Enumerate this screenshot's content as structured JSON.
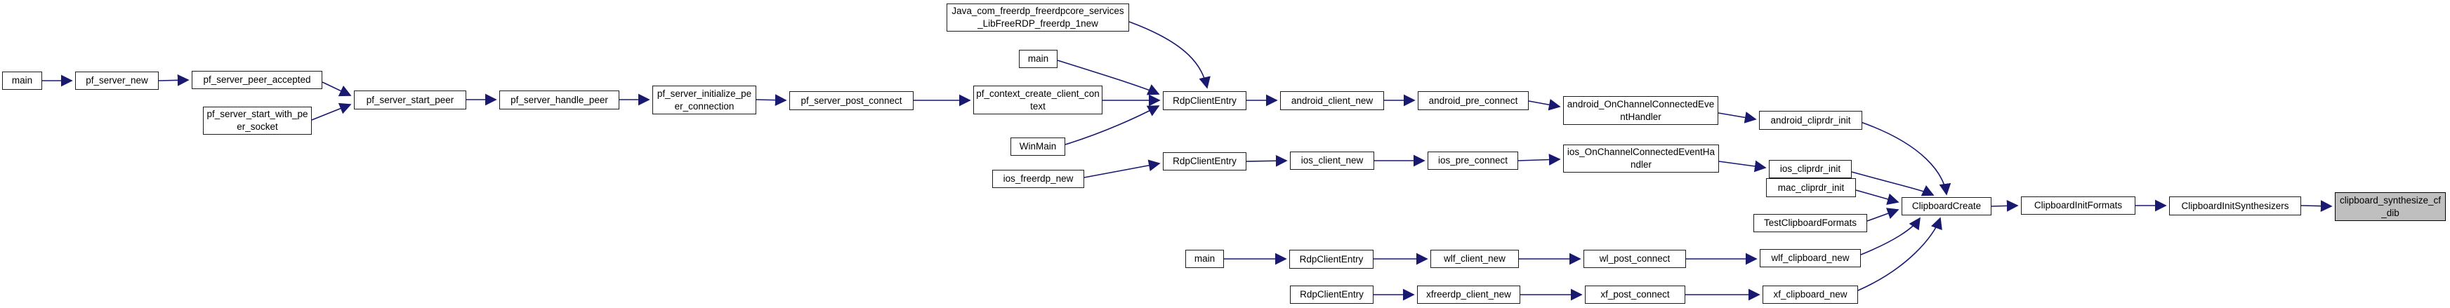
{
  "diagram": {
    "type": "call-graph",
    "style": "doxygen-caller-graph",
    "highlighted_node": "clipboard_synthesize_cf_dib"
  },
  "colors": {
    "edge": "#191970",
    "node_background": "#ffffff",
    "node_border": "#1c1c1c",
    "highlight_background": "#bfbfbf",
    "text": "#000000"
  },
  "nodes": {
    "main_1": "main",
    "pf_server_new": "pf_server_new",
    "pf_server_peer_accepted": "pf_server_peer_accepted",
    "pf_server_start_with_peer_socket": "pf_server_start_with_peer_socket",
    "pf_server_start_peer": "pf_server_start_peer",
    "pf_server_handle_peer": "pf_server_handle_peer",
    "pf_server_initialize_peer_connection": "pf_server_initialize_peer_connection",
    "pf_server_post_connect": "pf_server_post_connect",
    "pf_context_create_client_context": "pf_context_create_client_context",
    "java_freerdp_1new": "Java_com_freerdp_freerdpcore_services_LibFreeRDP_freerdp_1new",
    "main_2": "main",
    "winmain": "WinMain",
    "rdpcliententry_1": "RdpClientEntry",
    "android_client_new": "android_client_new",
    "android_pre_connect": "android_pre_connect",
    "android_onchannelconnected": "android_OnChannelConnectedEventHandler",
    "android_cliprdr_init": "android_cliprdr_init",
    "ios_freerdp_new": "ios_freerdp_new",
    "rdpcliententry_2": "RdpClientEntry",
    "ios_client_new": "ios_client_new",
    "ios_pre_connect": "ios_pre_connect",
    "ios_onchannelconnected": "ios_OnChannelConnectedEventHandler",
    "ios_cliprdr_init": "ios_cliprdr_init",
    "mac_cliprdr_init": "mac_cliprdr_init",
    "testclipboardformats": "TestClipboardFormats",
    "main_3": "main",
    "rdpcliententry_3": "RdpClientEntry",
    "wlf_client_new": "wlf_client_new",
    "wl_post_connect": "wl_post_connect",
    "wlf_clipboard_new": "wlf_clipboard_new",
    "rdpcliententry_4": "RdpClientEntry",
    "xfreerdp_client_new": "xfreerdp_client_new",
    "xf_post_connect": "xf_post_connect",
    "xf_clipboard_new": "xf_clipboard_new",
    "clipboardcreate": "ClipboardCreate",
    "clipboardinitformats": "ClipboardInitFormats",
    "clipboardinitsynthesizers": "ClipboardInitSynthesizers",
    "clipboard_synthesize_cf_dib": "clipboard_synthesize_cf_dib"
  },
  "edges": [
    [
      "main_1",
      "pf_server_new"
    ],
    [
      "pf_server_new",
      "pf_server_peer_accepted"
    ],
    [
      "pf_server_peer_accepted",
      "pf_server_start_peer"
    ],
    [
      "pf_server_start_with_peer_socket",
      "pf_server_start_peer"
    ],
    [
      "pf_server_start_peer",
      "pf_server_handle_peer"
    ],
    [
      "pf_server_handle_peer",
      "pf_server_initialize_peer_connection"
    ],
    [
      "pf_server_initialize_peer_connection",
      "pf_server_post_connect"
    ],
    [
      "pf_server_post_connect",
      "pf_context_create_client_context"
    ],
    [
      "java_freerdp_1new",
      "rdpcliententry_1"
    ],
    [
      "main_2",
      "rdpcliententry_1"
    ],
    [
      "pf_context_create_client_context",
      "rdpcliententry_1"
    ],
    [
      "winmain",
      "rdpcliententry_1"
    ],
    [
      "rdpcliententry_1",
      "android_client_new"
    ],
    [
      "android_client_new",
      "android_pre_connect"
    ],
    [
      "android_pre_connect",
      "android_onchannelconnected"
    ],
    [
      "android_onchannelconnected",
      "android_cliprdr_init"
    ],
    [
      "android_cliprdr_init",
      "clipboardcreate"
    ],
    [
      "ios_freerdp_new",
      "rdpcliententry_2"
    ],
    [
      "rdpcliententry_2",
      "ios_client_new"
    ],
    [
      "ios_client_new",
      "ios_pre_connect"
    ],
    [
      "ios_pre_connect",
      "ios_onchannelconnected"
    ],
    [
      "ios_onchannelconnected",
      "ios_cliprdr_init"
    ],
    [
      "ios_cliprdr_init",
      "clipboardcreate"
    ],
    [
      "mac_cliprdr_init",
      "clipboardcreate"
    ],
    [
      "testclipboardformats",
      "clipboardcreate"
    ],
    [
      "main_3",
      "rdpcliententry_3"
    ],
    [
      "rdpcliententry_3",
      "wlf_client_new"
    ],
    [
      "wlf_client_new",
      "wl_post_connect"
    ],
    [
      "wl_post_connect",
      "wlf_clipboard_new"
    ],
    [
      "wlf_clipboard_new",
      "clipboardcreate"
    ],
    [
      "rdpcliententry_4",
      "xfreerdp_client_new"
    ],
    [
      "xfreerdp_client_new",
      "xf_post_connect"
    ],
    [
      "xf_post_connect",
      "xf_clipboard_new"
    ],
    [
      "xf_clipboard_new",
      "clipboardcreate"
    ],
    [
      "clipboardcreate",
      "clipboardinitformats"
    ],
    [
      "clipboardinitformats",
      "clipboardinitsynthesizers"
    ],
    [
      "clipboardinitsynthesizers",
      "clipboard_synthesize_cf_dib"
    ]
  ]
}
